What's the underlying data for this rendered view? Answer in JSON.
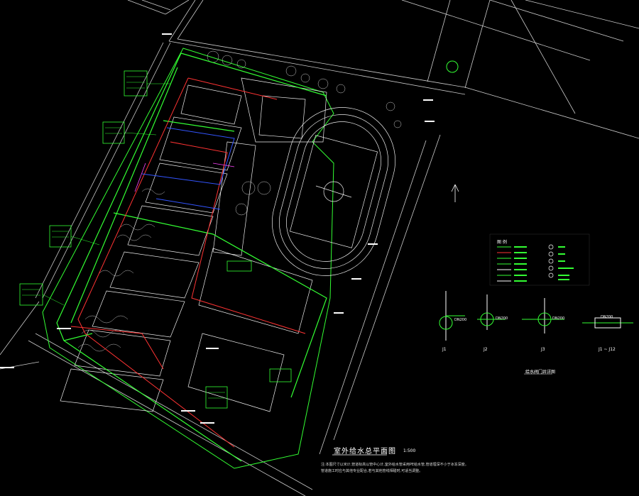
{
  "drawing": {
    "title": "室外给水总平面图",
    "scale": "1:500",
    "notes": [
      "注:本图尺寸以米计,管道标高以管中心计,室外给水管采用PE给水管,管道埋深不小于冰冻深度。",
      "管道施工时应与其他专业配合,若与其他管线相碰时,可适当调整。"
    ]
  },
  "legend": {
    "title": "图 例"
  },
  "details": {
    "title": "给水阀门井详图",
    "items": [
      {
        "id": "J1",
        "dn": "DN200"
      },
      {
        "id": "J2",
        "dn": "DN200"
      },
      {
        "id": "J3",
        "dn": "DN200"
      },
      {
        "id": "J1 ~ J12",
        "dn": "DN200"
      }
    ]
  },
  "colors": {
    "background": "#000000",
    "water_pipe": "#33ff33",
    "fire_pipe": "#ff3333",
    "building": "#ffffff",
    "drain": "#3355ff",
    "annotation": "#33ff33"
  }
}
